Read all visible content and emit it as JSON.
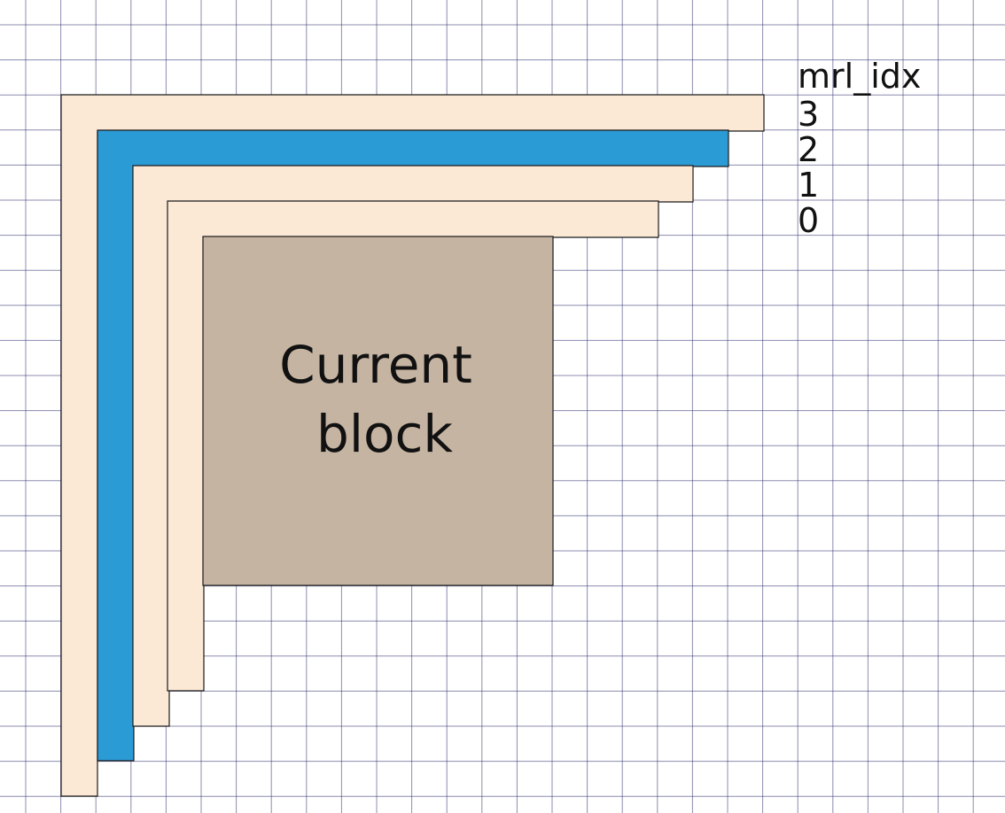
{
  "diagram": {
    "legend_title": "mrl_idx",
    "block_label_lines": [
      "Current",
      "block"
    ],
    "reference_lines": [
      {
        "mrl_idx": "3",
        "color": "#fbe9d6",
        "highlighted": false
      },
      {
        "mrl_idx": "2",
        "color": "#2b9bd6",
        "highlighted": true
      },
      {
        "mrl_idx": "1",
        "color": "#fbe9d6",
        "highlighted": false
      },
      {
        "mrl_idx": "0",
        "color": "#fbe9d6",
        "highlighted": false
      }
    ],
    "colors": {
      "grid": "#2e2e6e",
      "block_fill": "#c6b4a2",
      "line_fill": "#fbe9d6",
      "highlight_fill": "#2b9bd6",
      "outline": "#1a1a1a"
    }
  }
}
